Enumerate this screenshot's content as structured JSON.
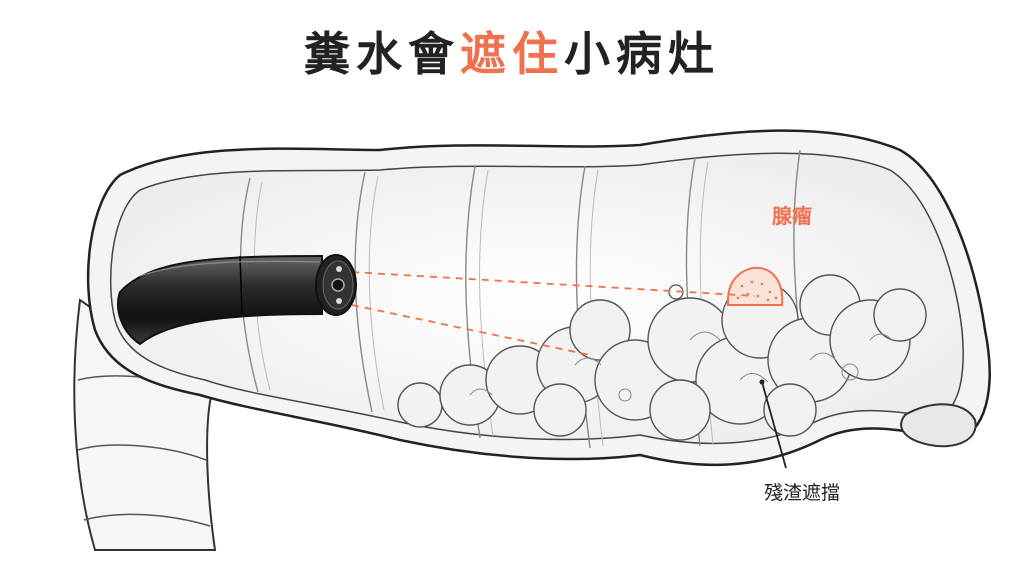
{
  "title": {
    "part1": "糞水會",
    "highlight": "遮住",
    "part2": "小病灶"
  },
  "labels": {
    "tumor": "腺瘤",
    "debris": "殘渣遮擋"
  },
  "colors": {
    "accent": "#f0714f",
    "text": "#222222",
    "line": "#333333"
  },
  "icons": {
    "endoscope": "endoscope-icon",
    "colon": "colon-illustration"
  }
}
